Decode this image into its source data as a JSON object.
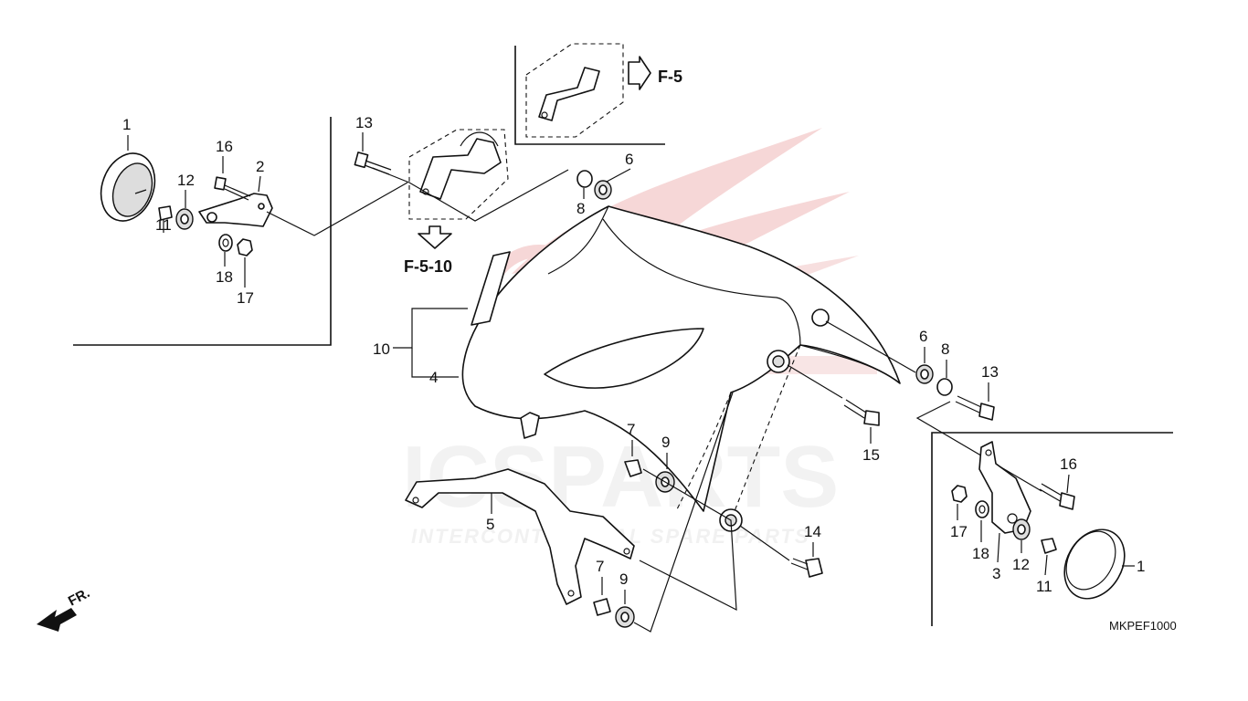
{
  "diagram_code": "MKPEF1000",
  "watermark": {
    "brand": "ICSPARTS",
    "tagline": "INTERCONTINENTAL SPARE PARTS"
  },
  "references": {
    "ref_f5": "F-5",
    "ref_f510": "F-5-10"
  },
  "front_marker": "FR.",
  "callouts": {
    "left_1": "1",
    "left_2": "2",
    "left_11": "11",
    "left_12": "12",
    "left_16": "16",
    "left_17": "17",
    "left_18": "18",
    "c13_top": "13",
    "c6_top": "6",
    "c8_top": "8",
    "c10": "10",
    "c4": "4",
    "c5": "5",
    "c7_mid": "7",
    "c9_mid": "9",
    "c7_low": "7",
    "c9_low": "9",
    "c14": "14",
    "c15": "15",
    "c6_right": "6",
    "c8_right": "8",
    "c13_right": "13",
    "right_16": "16",
    "right_17": "17",
    "right_18": "18",
    "right_3": "3",
    "right_12": "12",
    "right_11": "11",
    "right_1": "1"
  },
  "colors": {
    "line": "#111111",
    "watermark_red": "#e8a0a0",
    "watermark_grey": "#e6e6e6"
  }
}
